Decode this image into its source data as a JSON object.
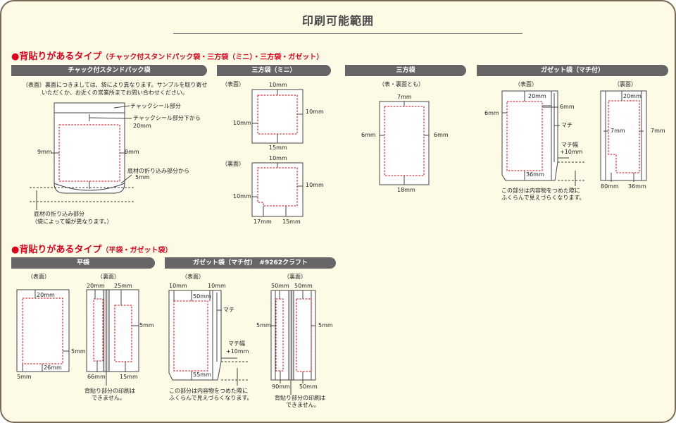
{
  "title": "印刷可能範囲",
  "section1": {
    "heading": "●背貼りがあるタイプ",
    "sub": "（チャック付スタンドパック袋・三方袋（ミニ）・三方袋・ガゼット）"
  },
  "section2": {
    "heading": "●背貼りがあるタイプ",
    "sub": "（平袋・ガゼット袋）"
  },
  "panels": {
    "stand": {
      "bar": "チャック付スタンドパック袋",
      "note1": "（表面）裏面につきましては、袋により異なります。サンプルを取り寄せ",
      "note2": "いただくか、お近くの営業所までお問い合わせください。",
      "zip": "チャックシール部分",
      "below1": "チャックシール部分下から",
      "below2": "20mm",
      "left": "9mm",
      "right": "9mm",
      "fold1": "底材の折り込み部分から",
      "fold2": "5mm",
      "bottom1": "底材の折り込み部分",
      "bottom2": "（袋によって幅が異なります。）"
    },
    "mini": {
      "bar": "三方袋（ミニ）",
      "front": "（表面）",
      "back": "（裏面）",
      "f_top": "10mm",
      "f_right": "10mm",
      "f_left": "10mm",
      "f_bottom": "15mm",
      "b_top": "10mm",
      "b_right": "10mm",
      "b_left": "10mm",
      "b_bl": "17mm",
      "b_br": "15mm"
    },
    "sanpo": {
      "bar": "三方袋",
      "label": "（表・裏面とも）",
      "top": "7mm",
      "left": "6mm",
      "right": "6mm",
      "bottom": "18mm"
    },
    "gusset": {
      "bar": "ガゼット袋（マチ付）",
      "front": "（表面）",
      "back": "（裏面）",
      "f_top": "20mm",
      "f_left": "6mm",
      "f_right": "6mm",
      "gusset": "マチ",
      "gw1": "マチ幅",
      "gw2": "+10mm",
      "f_bottom": "36mm",
      "note1": "この部分は内容物をつめた際に",
      "note2": "ふくらんで見えづらくなります。",
      "b_top": "20mm",
      "b_left": "7mm",
      "b_right": "7mm",
      "b_bl": "80mm",
      "b_br": "36mm"
    },
    "flat": {
      "bar": "平袋",
      "front": "（表面）",
      "back": "（裏面）",
      "f_top": "20mm",
      "f_right": "5mm",
      "f_bl": "5mm",
      "f_bottom": "26mm",
      "b_tl": "20mm",
      "b_tr": "25mm",
      "b_right": "5mm",
      "b_bl": "66mm",
      "b_br": "15mm",
      "note1": "背貼り部分の印刷は",
      "note2": "できません。"
    },
    "kraft": {
      "bar": "ガゼット袋（マチ付）　#9262クラフト",
      "front": "（表面）",
      "back": "（裏面）",
      "f_tl": "10mm",
      "f_tr": "10mm",
      "f_top": "50mm",
      "gusset": "マチ",
      "gw1": "マチ幅",
      "gw2": "+10mm",
      "f_bottom": "55mm",
      "note1": "この部分は内容物をつめた際に",
      "note2": "ふくらんで見えづらくなります。",
      "b_tl": "50mm",
      "b_tr": "50mm",
      "b_left": "5mm",
      "b_right": "5mm",
      "b_bl": "90mm",
      "b_br": "50mm",
      "b_note1": "背貼り部分の印刷は",
      "b_note2": "できません。"
    }
  },
  "colors": {
    "frame": "#7a6a55",
    "background": "#fdfbe6",
    "accent": "#e0001b",
    "bar": "#666666",
    "print_area": "#d9000c"
  }
}
